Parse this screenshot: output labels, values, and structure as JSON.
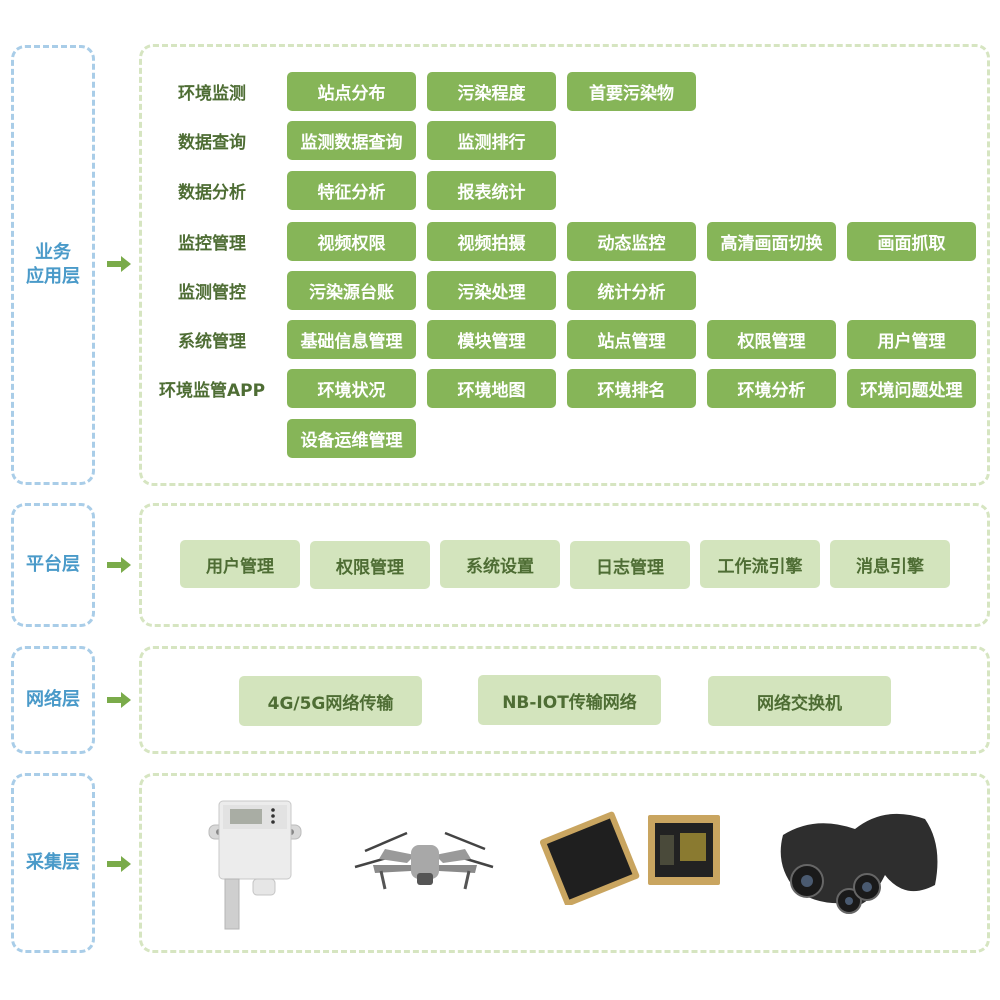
{
  "layers": {
    "application": {
      "label_line1": "业务",
      "label_line2": "应用层",
      "rows": [
        {
          "label": "环境监测",
          "items": [
            "站点分布",
            "污染程度",
            "首要污染物"
          ]
        },
        {
          "label": "数据查询",
          "items": [
            "监测数据查询",
            "监测排行"
          ]
        },
        {
          "label": "数据分析",
          "items": [
            "特征分析",
            "报表统计"
          ]
        },
        {
          "label": "监控管理",
          "items": [
            "视频权限",
            "视频拍摄",
            "动态监控",
            "高清画面切换",
            "画面抓取"
          ]
        },
        {
          "label": "监测管控",
          "items": [
            "污染源台账",
            "污染处理",
            "统计分析"
          ]
        },
        {
          "label": "系统管理",
          "items": [
            "基础信息管理",
            "模块管理",
            "站点管理",
            "权限管理",
            "用户管理"
          ]
        },
        {
          "label": "环境监管APP",
          "items": [
            "环境状况",
            "环境地图",
            "环境排名",
            "环境分析",
            "环境问题处理"
          ]
        },
        {
          "label": "",
          "items": [
            "设备运维管理"
          ]
        }
      ]
    },
    "platform": {
      "label": "平台层",
      "items": [
        "用户管理",
        "权限管理",
        "系统设置",
        "日志管理",
        "工作流引擎",
        "消息引擎"
      ]
    },
    "network": {
      "label": "网络层",
      "items": [
        "4G/5G网络传输",
        "NB-IOT传输网络",
        "网络交换机"
      ]
    },
    "collection": {
      "label": "采集层",
      "devices": [
        "environment-sensor",
        "drone",
        "sensor-chip",
        "camera"
      ]
    }
  },
  "colors": {
    "label_border": "#a9cde8",
    "label_text": "#4a9ac9",
    "box_border": "#d6e5c1",
    "arrow": "#7aab4a",
    "button_dark": "#86b558",
    "button_light": "#d3e4bd",
    "text_green": "#4e6d34"
  }
}
